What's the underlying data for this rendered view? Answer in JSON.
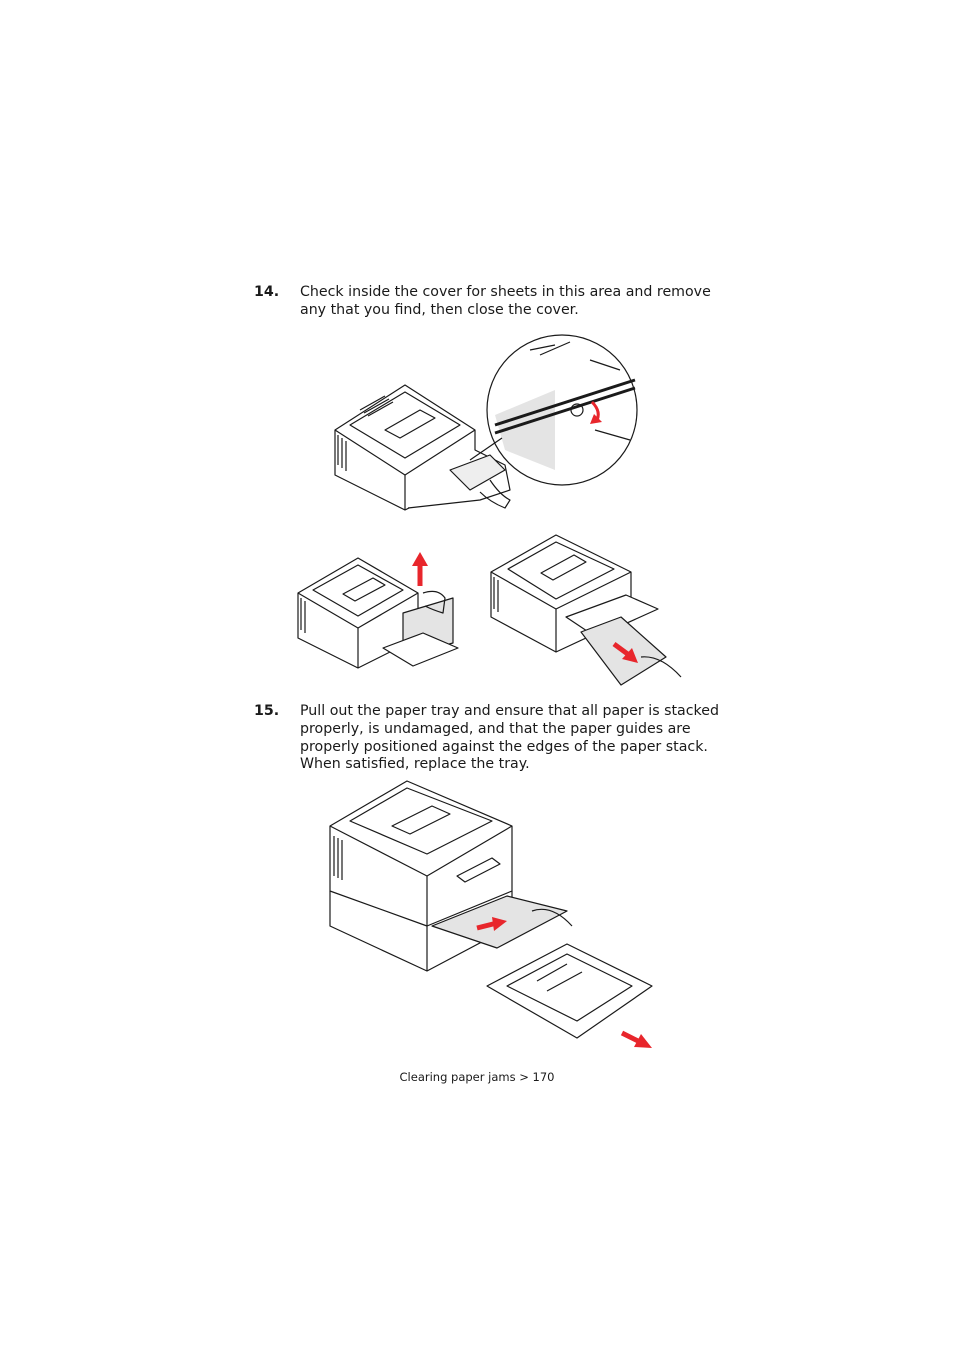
{
  "steps": [
    {
      "number": "14.",
      "text": "Check inside the cover for sheets in this area and remove any that you find, then close the cover."
    },
    {
      "number": "15.",
      "text": "Pull out the paper tray and ensure that all paper is stacked properly, is undamaged, and that the paper guides are properly positioned against the edges of the paper stack. When satisfied, replace the tray."
    }
  ],
  "footer": "Clearing paper jams > 170",
  "colors": {
    "arrow": "#e8262c",
    "paper": "#e4e4e4",
    "line": "#1a1a1a"
  }
}
